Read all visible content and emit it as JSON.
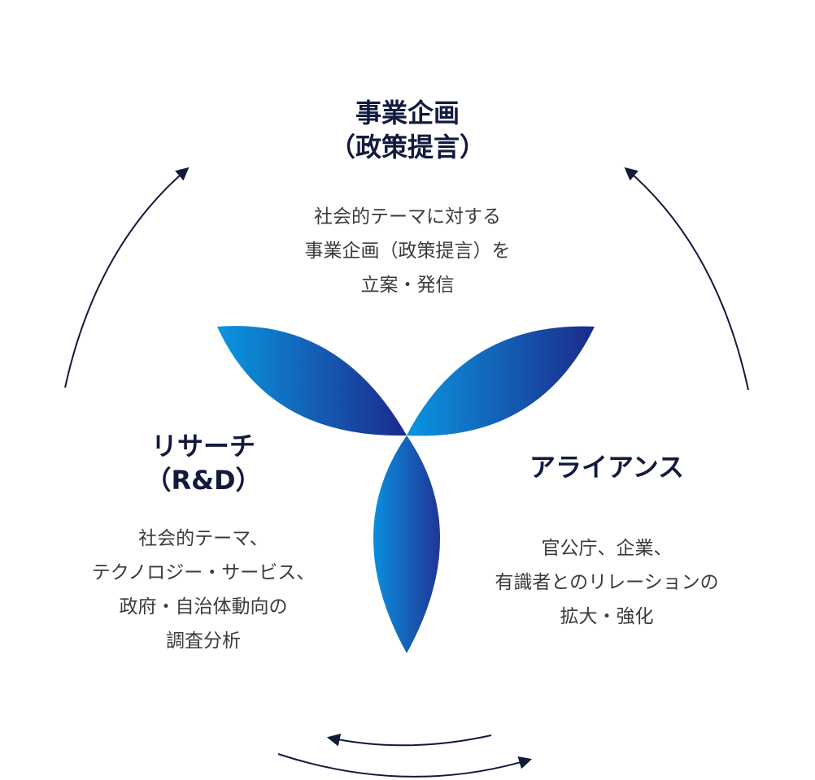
{
  "colors": {
    "title": "#121a3d",
    "text": "#3b3b3b",
    "arrow": "#121a3d",
    "petal_light": "#0a96e0",
    "petal_dark": "#1c2a8c"
  },
  "nodes": {
    "top": {
      "title_lines": [
        "事業企画",
        "（政策提言）"
      ],
      "desc_lines": [
        "社会的テーマに対する",
        "事業企画（政策提言）を",
        "立案・発信"
      ]
    },
    "left": {
      "title_lines": [
        "リサーチ",
        "（R&D）"
      ],
      "desc_lines": [
        "社会的テーマ、",
        "テクノロジー・サービス、",
        "政府・自治体動向の",
        "調査分析"
      ]
    },
    "right": {
      "title_lines": [
        "アライアンス"
      ],
      "desc_lines": [
        "官公庁、企業、",
        "有識者とのリレーションの",
        "拡大・強化"
      ]
    }
  }
}
